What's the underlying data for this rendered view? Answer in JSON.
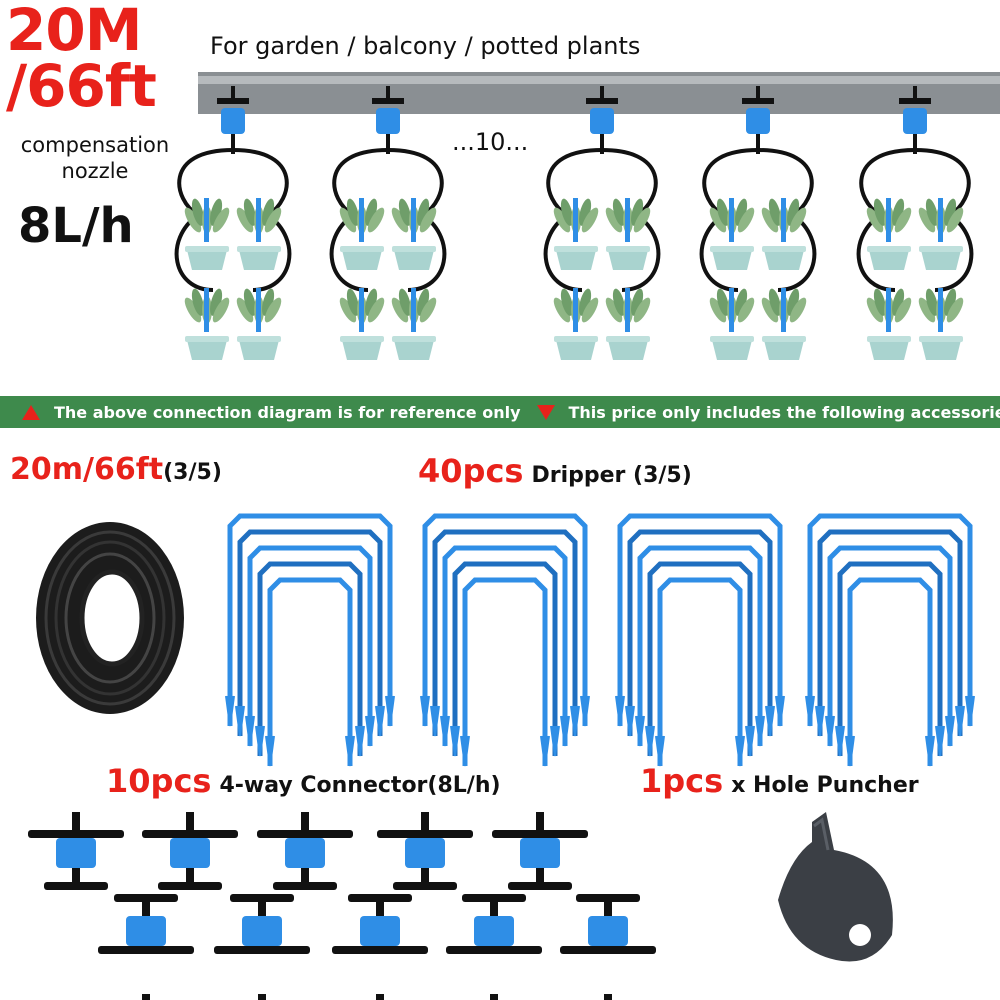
{
  "hero": {
    "size_line1": "20M",
    "size_line2": "/66ft",
    "subtitle_line1": "compensation",
    "subtitle_line2": "nozzle",
    "flow": "8L/h"
  },
  "headline": "For garden / balcony / potted plants",
  "diagram": {
    "ellipsis": "...10..."
  },
  "banner": {
    "left_text": "The above connection diagram is for reference only",
    "right_text": "This price only includes the following accessories"
  },
  "accessories": {
    "hose": {
      "qty": "20m/66ft",
      "label": "(3/5)"
    },
    "dripper": {
      "qty": "40pcs",
      "label": "Dripper (3/5)"
    },
    "connector": {
      "qty": "10pcs",
      "label": "4-way Connector(8L/h)"
    },
    "puncher": {
      "qty": "1pcs",
      "label": "x Hole Puncher"
    }
  },
  "colors": {
    "accent_red": "#e8221b",
    "banner_green": "#3e8a4c",
    "part_blue": "#2f8ee6",
    "pipe_gray": "#8a8f93"
  }
}
